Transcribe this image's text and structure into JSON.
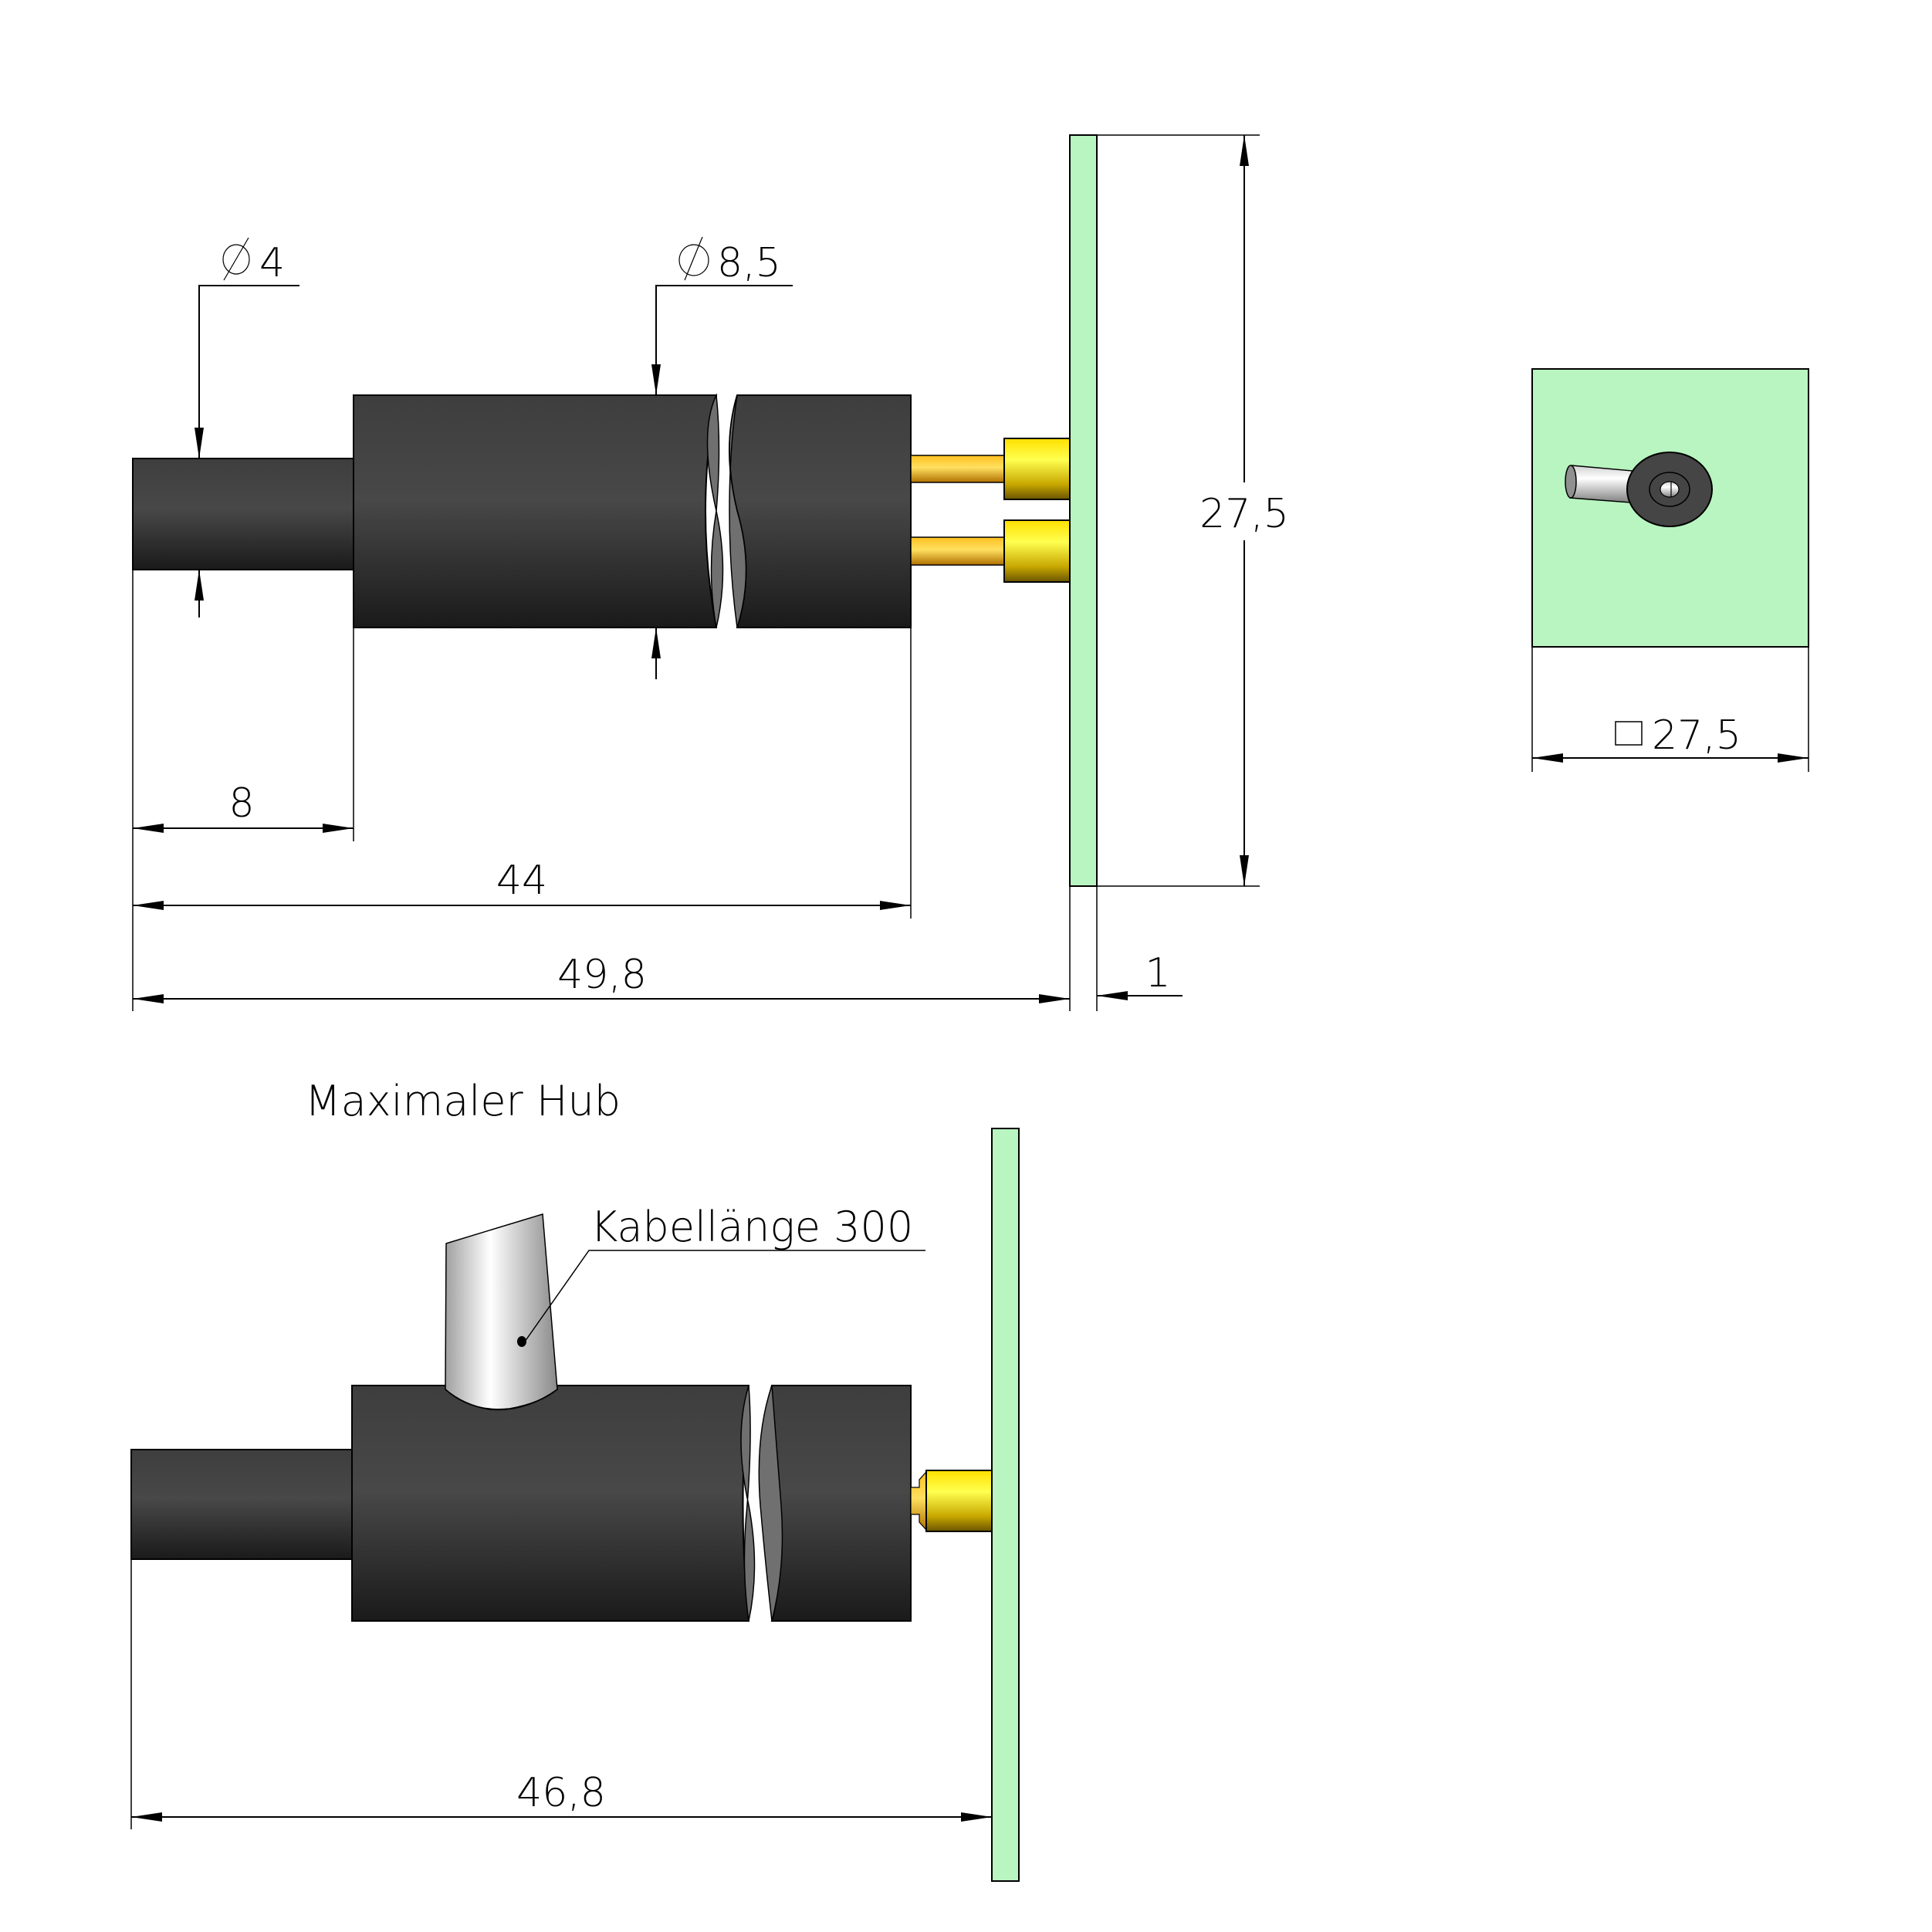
{
  "drawing": {
    "title_max_stroke": "Maximaler Hub",
    "cable_callout": "Kabellänge 300",
    "colors": {
      "housing": "#404040",
      "housing_dark": "#1a1a1a",
      "plate": "#b8f5c0",
      "pin_gold": "#ffd700",
      "cable_grey": "#c8c8c8",
      "line": "#000000"
    },
    "top_view": {
      "diameter_cable": "4",
      "diameter_housing": "8,5",
      "dim_cable_length": "8",
      "dim_housing_length": "44",
      "dim_total_length": "49,8",
      "dim_plate_thickness": "1",
      "dim_plate_height": "27,5"
    },
    "side_view": {
      "dim_square_plate": "27,5",
      "square_symbol": "□"
    },
    "max_stroke_view": {
      "dim_total_length": "46,8"
    },
    "symbols": {
      "diameter": "⌀"
    }
  }
}
